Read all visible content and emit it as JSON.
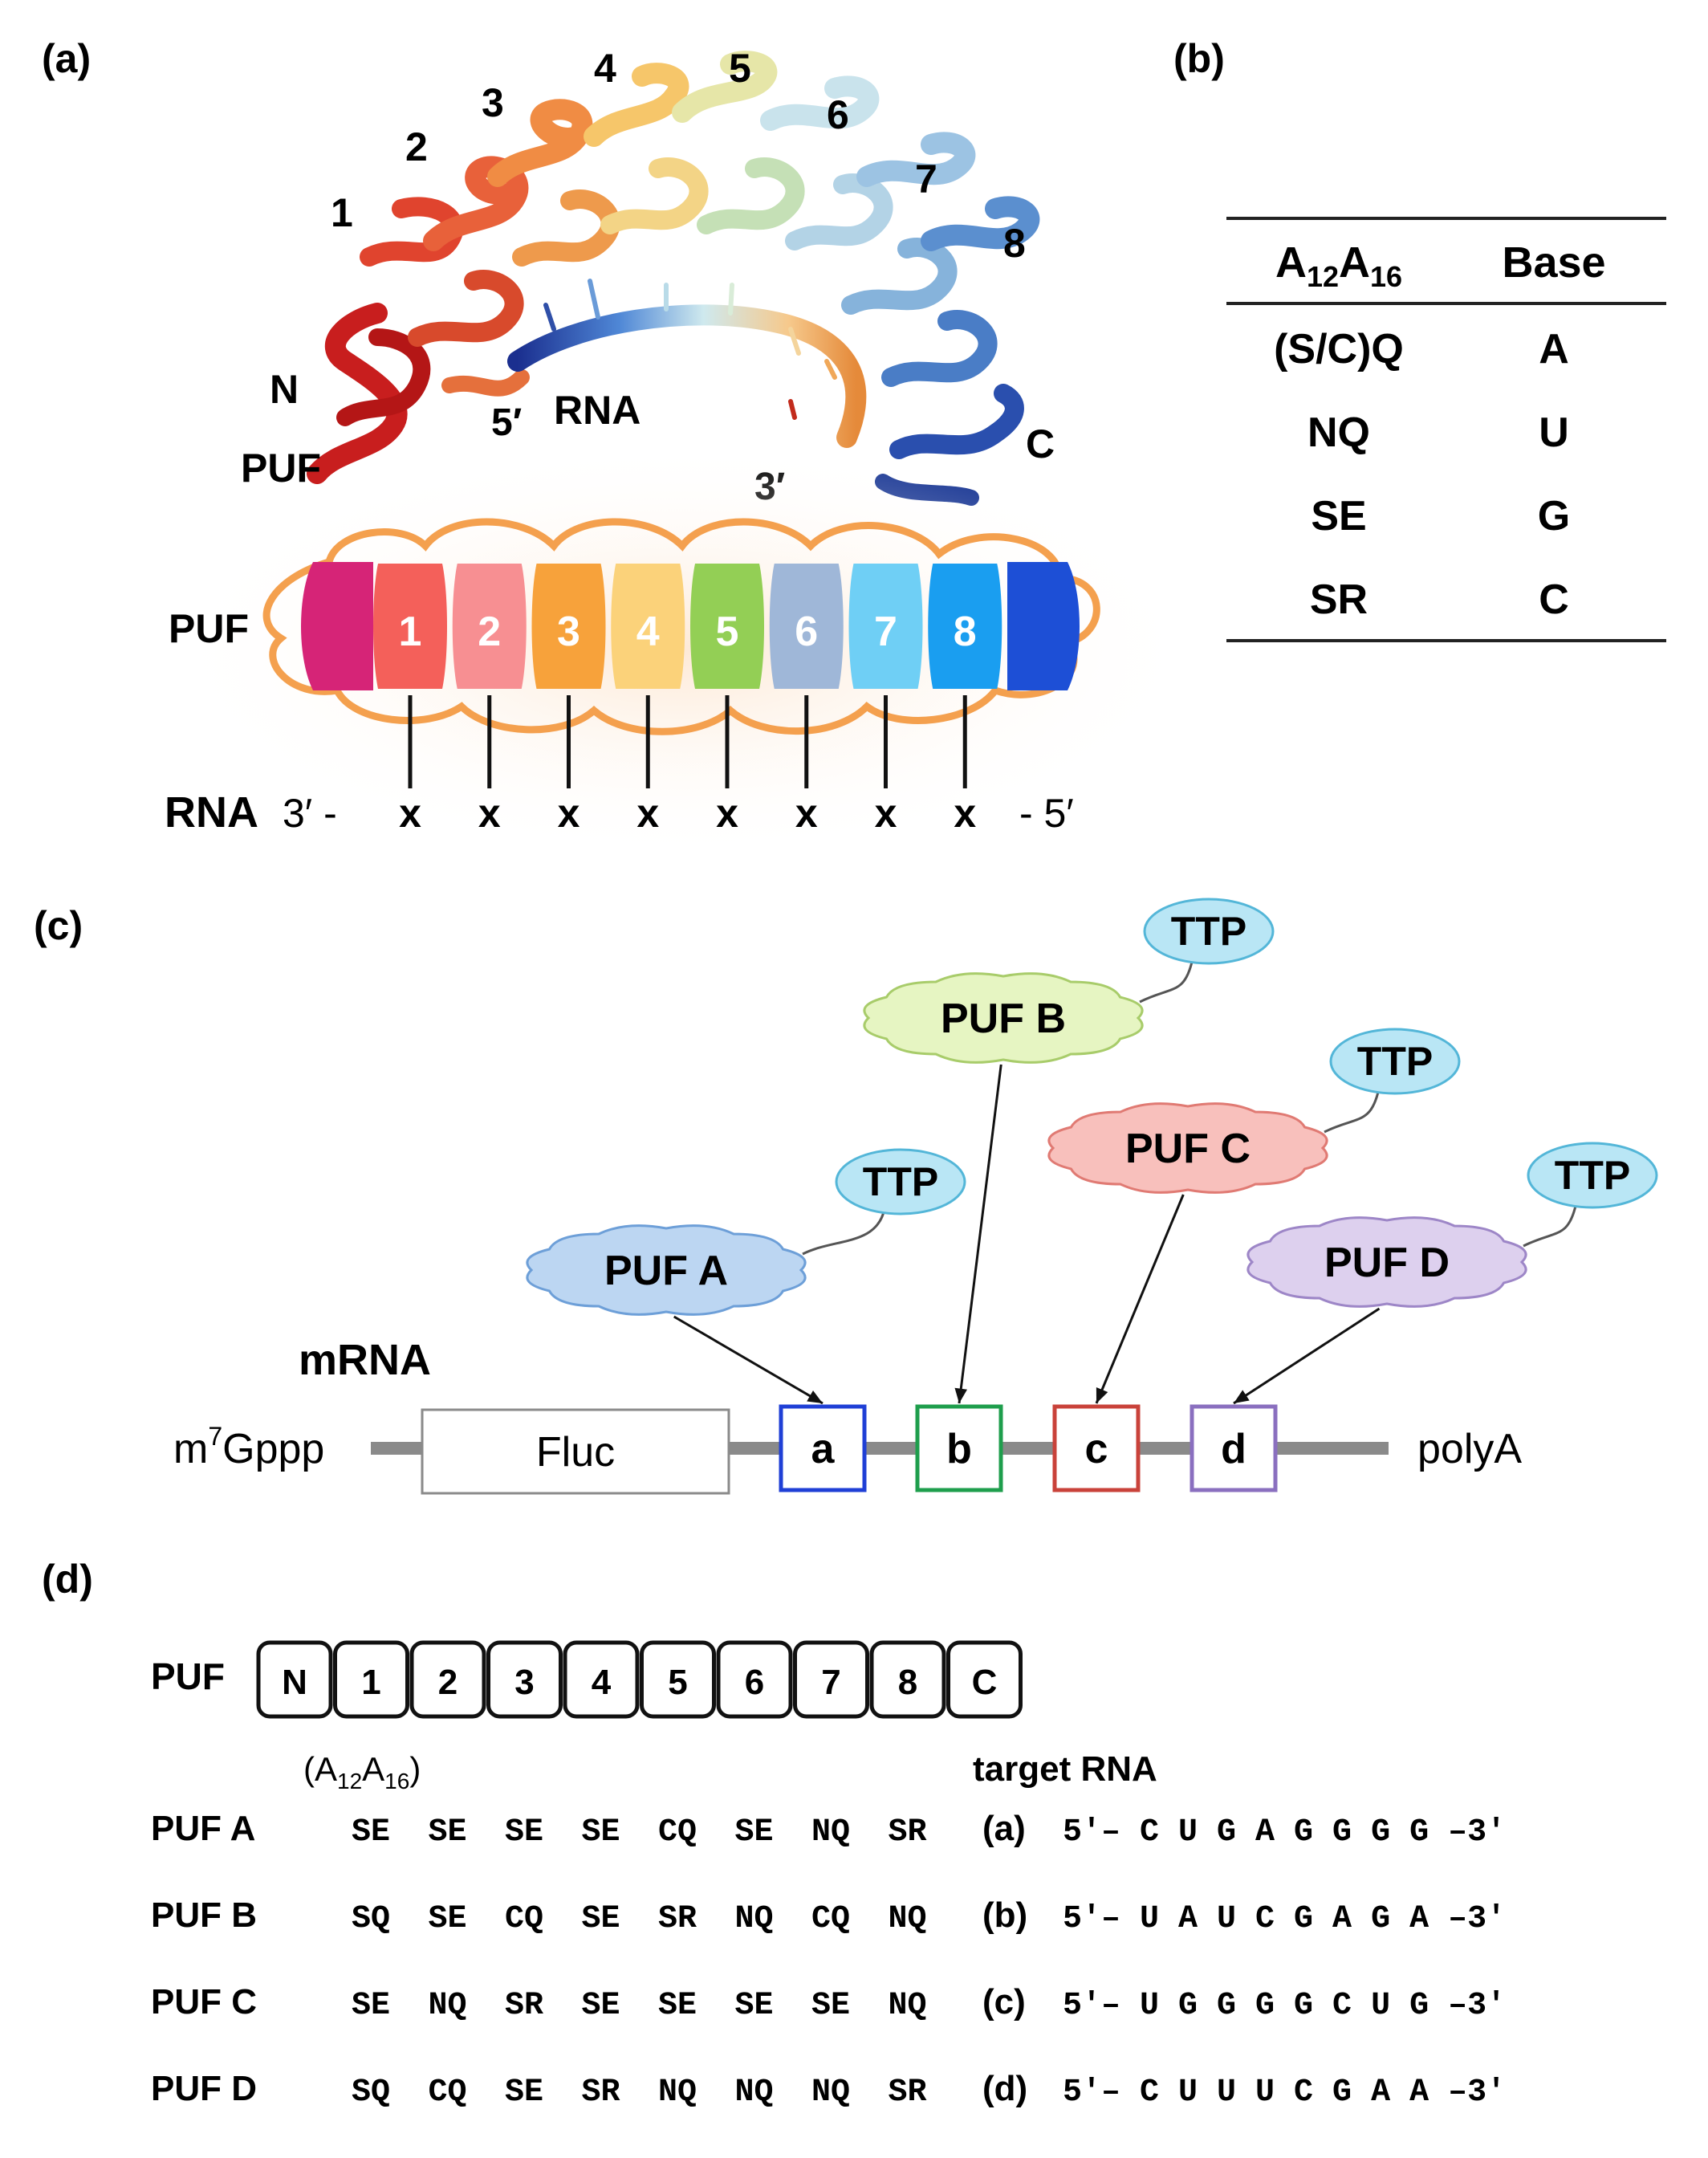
{
  "panel_a": {
    "label": "(a)",
    "helix_numbers": [
      "1",
      "2",
      "3",
      "4",
      "5",
      "6",
      "7",
      "8"
    ],
    "n_term": "N",
    "c_term": "C",
    "puf_label": "PUF",
    "rna_label": "RNA",
    "five_prime": "5′",
    "three_prime": "3′",
    "schematic_puf_label": "PUF",
    "repeats": [
      {
        "num": "1",
        "color": "#f4605a"
      },
      {
        "num": "2",
        "color": "#f78f92"
      },
      {
        "num": "3",
        "color": "#f7a23b"
      },
      {
        "num": "4",
        "color": "#fbd27a"
      },
      {
        "num": "5",
        "color": "#93cf55"
      },
      {
        "num": "6",
        "color": "#9fb7d8"
      },
      {
        "num": "7",
        "color": "#6fcff5"
      },
      {
        "num": "8",
        "color": "#1a9ef0"
      }
    ],
    "n_cap_color": "#d62477",
    "c_cap_color": "#1d4fd6",
    "rna_line_label": "RNA",
    "rna_3_end": "3′ -",
    "rna_5_end": "- 5′",
    "base_mark": "x"
  },
  "panel_b": {
    "label": "(b)",
    "col1_header": "A",
    "col1_sub1": "12",
    "col1_mid": "A",
    "col1_sub2": "16",
    "col2_header": "Base",
    "rows": [
      {
        "code": "(S/C)Q",
        "base": "A"
      },
      {
        "code": "NQ",
        "base": "U"
      },
      {
        "code": "SE",
        "base": "G"
      },
      {
        "code": "SR",
        "base": "C"
      }
    ]
  },
  "panel_c": {
    "label": "(c)",
    "mrna_label": "mRNA",
    "cap_prefix": "m",
    "cap_sup": "7",
    "cap_suffix": "Gppp",
    "gene_label": "Fluc",
    "tail_label": "polyA",
    "ttp_label": "TTP",
    "pufs": [
      {
        "name": "PUF A",
        "site": "a",
        "fill": "#bcd6f2",
        "stroke": "#6d9fd8",
        "site_color": "#1f3fd6"
      },
      {
        "name": "PUF B",
        "site": "b",
        "fill": "#e6f5c2",
        "stroke": "#a8cc6a",
        "site_color": "#1e9e4c"
      },
      {
        "name": "PUF C",
        "site": "c",
        "fill": "#f8c0bc",
        "stroke": "#e07a73",
        "site_color": "#c9423a"
      },
      {
        "name": "PUF D",
        "site": "d",
        "fill": "#ddd0ee",
        "stroke": "#9d86c7",
        "site_color": "#8a6fbf"
      }
    ],
    "ttp_fill": "#b9e6f5",
    "ttp_stroke": "#53b6d8"
  },
  "panel_d": {
    "label": "(d)",
    "puf_label": "PUF",
    "boxes": [
      "N",
      "1",
      "2",
      "3",
      "4",
      "5",
      "6",
      "7",
      "8",
      "C"
    ],
    "a_label_prefix": "(A",
    "a_label_sub1": "12",
    "a_label_mid": "A",
    "a_label_sub2": "16",
    "a_label_suffix": ")",
    "target_header": "target RNA",
    "rows": [
      {
        "name": "PUF A",
        "codes": [
          "SE",
          "SE",
          "SE",
          "SE",
          "CQ",
          "SE",
          "NQ",
          "SR"
        ],
        "tag": "(a)",
        "seq": "5′– C U G A G G G G –3′"
      },
      {
        "name": "PUF B",
        "codes": [
          "SQ",
          "SE",
          "CQ",
          "SE",
          "SR",
          "NQ",
          "CQ",
          "NQ"
        ],
        "tag": "(b)",
        "seq": "5′– U A U C G A G A –3′"
      },
      {
        "name": "PUF C",
        "codes": [
          "SE",
          "NQ",
          "SR",
          "SE",
          "SE",
          "SE",
          "SE",
          "NQ"
        ],
        "tag": "(c)",
        "seq": "5′– U G G G G C U G –3′"
      },
      {
        "name": "PUF D",
        "codes": [
          "SQ",
          "CQ",
          "SE",
          "SR",
          "NQ",
          "NQ",
          "NQ",
          "SR"
        ],
        "tag": "(d)",
        "seq": "5′– C U U U C G A A –3′"
      }
    ]
  }
}
